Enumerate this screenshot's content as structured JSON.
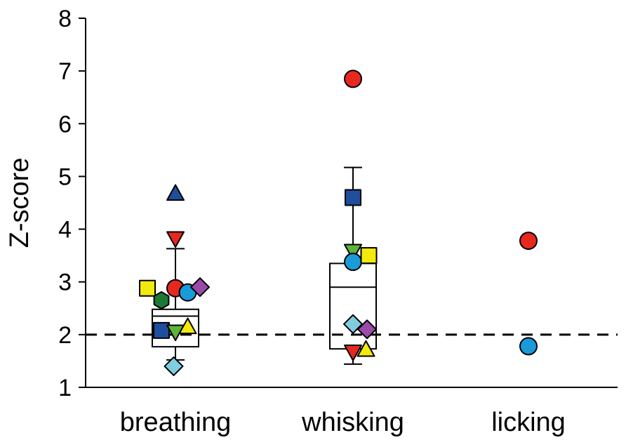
{
  "chart_data": {
    "type": "scatter",
    "ylabel": "Z-score",
    "xlabel": "",
    "ylim": [
      1,
      8
    ],
    "yticks": [
      1,
      2,
      3,
      4,
      5,
      6,
      7,
      8
    ],
    "categories": [
      "breathing",
      "whisking",
      "licking"
    ],
    "threshold": 2,
    "grid": false,
    "boxes": [
      {
        "category": "breathing",
        "q1": 1.77,
        "median": 2.35,
        "q3": 2.48,
        "whisker_low": 1.52,
        "whisker_high": 3.63
      },
      {
        "category": "whisking",
        "q1": 1.73,
        "median": 2.9,
        "q3": 3.35,
        "whisker_low": 1.44,
        "whisker_high": 5.17
      }
    ],
    "points": [
      {
        "category": "breathing",
        "offset": -0.08,
        "y": 2.88,
        "shape": "square",
        "color": "#f2ea0d"
      },
      {
        "category": "breathing",
        "offset": -0.04,
        "y": 2.65,
        "shape": "hexagon",
        "color": "#1a7a35"
      },
      {
        "category": "breathing",
        "offset": -0.04,
        "y": 2.08,
        "shape": "square",
        "color": "#1f4e9c"
      },
      {
        "category": "breathing",
        "offset": -0.005,
        "y": 1.4,
        "shape": "diamond",
        "color": "#7fcee0"
      },
      {
        "category": "breathing",
        "offset": 0.0,
        "y": 4.68,
        "shape": "triangle-up",
        "color": "#1f4e9c"
      },
      {
        "category": "breathing",
        "offset": 0.0,
        "y": 3.82,
        "shape": "triangle-down",
        "color": "#e8281f"
      },
      {
        "category": "breathing",
        "offset": 0.0,
        "y": 2.88,
        "shape": "circle",
        "color": "#e8281f"
      },
      {
        "category": "breathing",
        "offset": 0.0,
        "y": 2.05,
        "shape": "triangle-down",
        "color": "#5cb53a"
      },
      {
        "category": "breathing",
        "offset": 0.035,
        "y": 2.8,
        "shape": "circle",
        "color": "#1a9ad9"
      },
      {
        "category": "breathing",
        "offset": 0.035,
        "y": 2.15,
        "shape": "triangle-up",
        "color": "#f2ea0d"
      },
      {
        "category": "breathing",
        "offset": 0.07,
        "y": 2.9,
        "shape": "diamond",
        "color": "#9b4aa8"
      },
      {
        "category": "whisking",
        "offset": 0.0,
        "y": 6.85,
        "shape": "circle",
        "color": "#e8281f"
      },
      {
        "category": "whisking",
        "offset": 0.0,
        "y": 4.6,
        "shape": "square",
        "color": "#1f4e9c"
      },
      {
        "category": "whisking",
        "offset": 0.0,
        "y": 3.58,
        "shape": "triangle-down",
        "color": "#5cb53a"
      },
      {
        "category": "whisking",
        "offset": 0.0,
        "y": 3.38,
        "shape": "circle",
        "color": "#1a9ad9"
      },
      {
        "category": "whisking",
        "offset": 0.045,
        "y": 3.5,
        "shape": "square",
        "color": "#f2ea0d"
      },
      {
        "category": "whisking",
        "offset": 0.0,
        "y": 2.2,
        "shape": "diamond",
        "color": "#7fcee0"
      },
      {
        "category": "whisking",
        "offset": 0.04,
        "y": 2.1,
        "shape": "diamond",
        "color": "#9b4aa8"
      },
      {
        "category": "whisking",
        "offset": 0.0,
        "y": 1.67,
        "shape": "triangle-down",
        "color": "#e8281f"
      },
      {
        "category": "whisking",
        "offset": 0.037,
        "y": 1.72,
        "shape": "triangle-up",
        "color": "#f2ea0d"
      },
      {
        "category": "licking",
        "offset": 0.0,
        "y": 3.78,
        "shape": "circle",
        "color": "#e8281f"
      },
      {
        "category": "licking",
        "offset": 0.0,
        "y": 1.78,
        "shape": "circle",
        "color": "#1a9ad9"
      }
    ]
  }
}
